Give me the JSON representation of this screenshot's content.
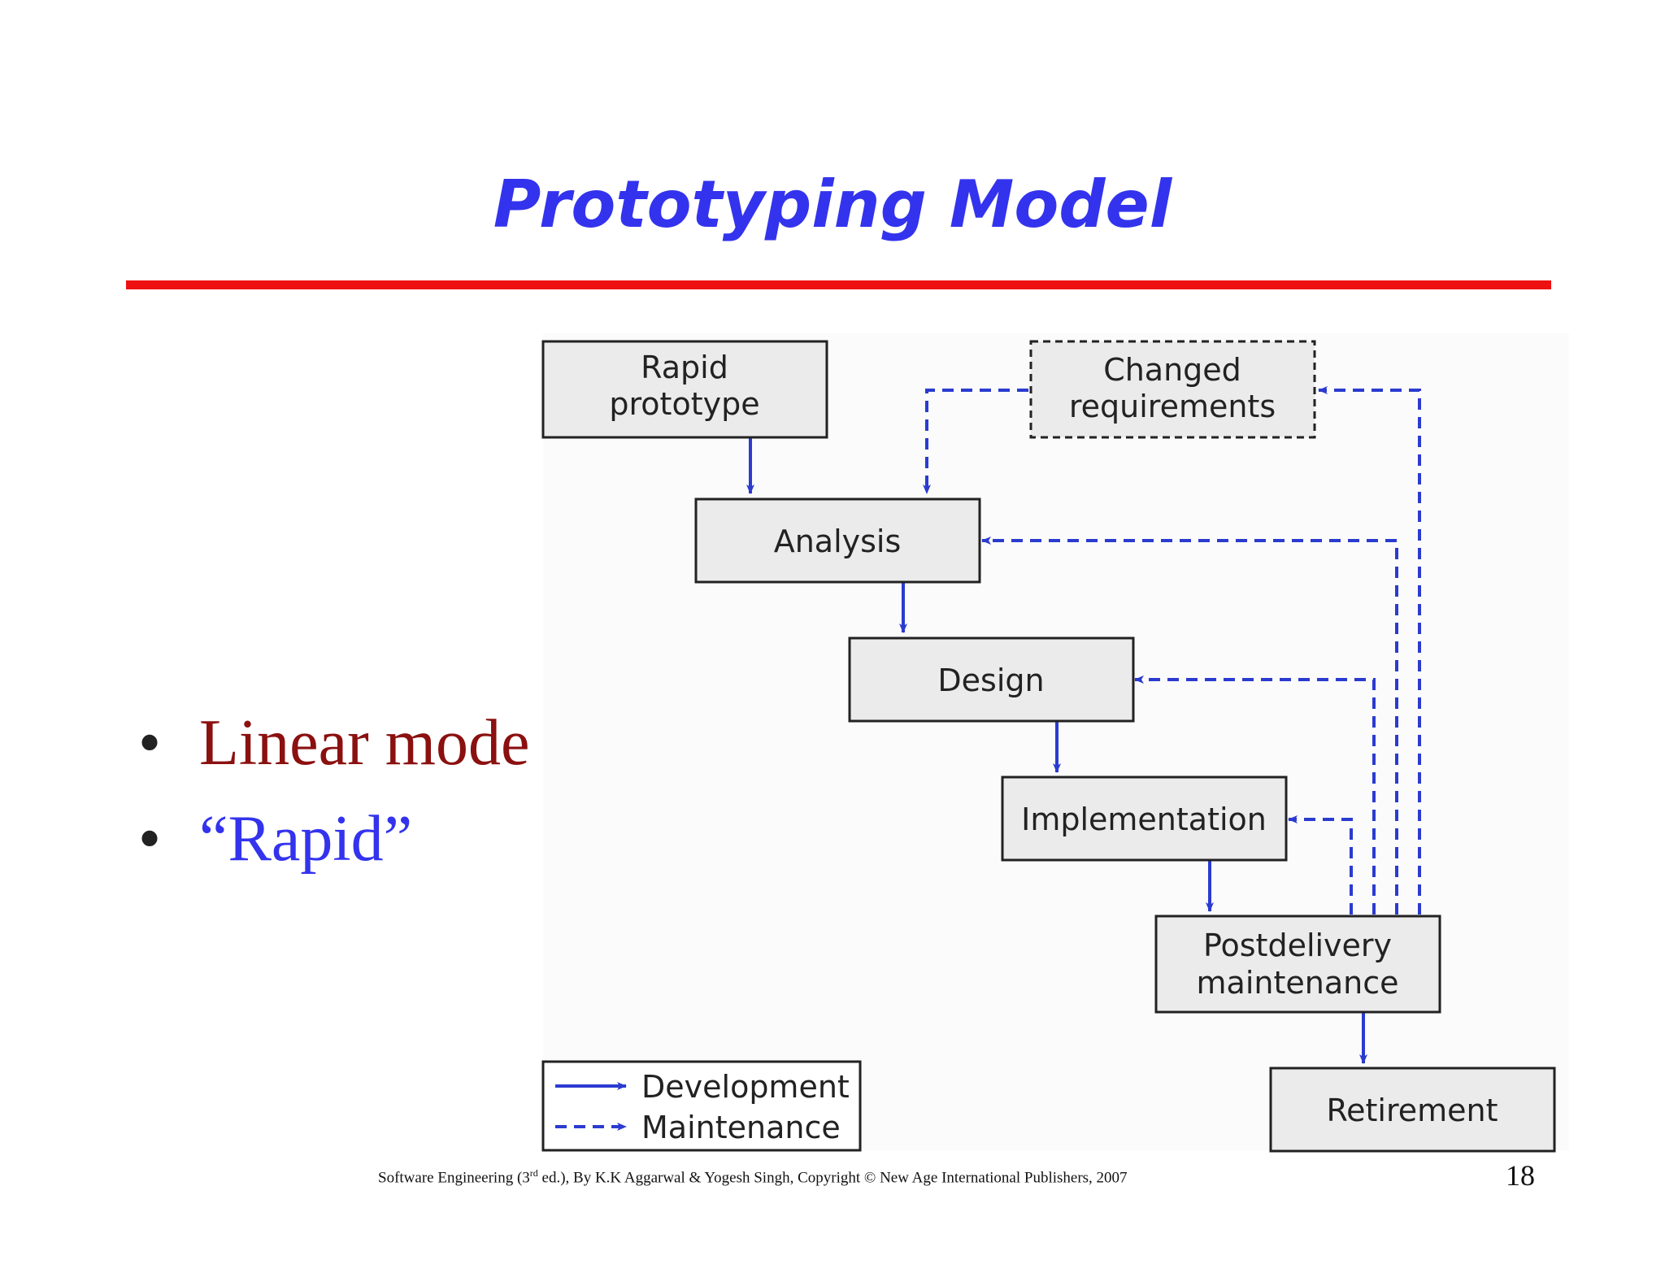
{
  "title": "Prototyping Model",
  "colors": {
    "title": "#3333ee",
    "rule": "#ee1111",
    "bullet_1": "#8b1010",
    "bullet_2": "#3333ee",
    "arrow": "#2b3bd0",
    "box_fill": "#ebebeb"
  },
  "bullets": [
    {
      "text": "Linear mode"
    },
    {
      "text": "“Rapid”"
    }
  ],
  "diagram": {
    "nodes": {
      "rapid_prototype": [
        "Rapid",
        "prototype"
      ],
      "changed_requirements": [
        "Changed",
        "requirements"
      ],
      "analysis": [
        "Analysis"
      ],
      "design": [
        "Design"
      ],
      "implementation": [
        "Implementation"
      ],
      "postdelivery_maintenance": [
        "Postdelivery",
        "maintenance"
      ],
      "retirement": [
        "Retirement"
      ]
    },
    "legend": {
      "development": "Development",
      "maintenance": "Maintenance"
    }
  },
  "footer": {
    "before_sup": "Software Engineering (3",
    "sup": "rd",
    "after_sup": " ed.), By K.K Aggarwal & Yogesh Singh, Copyright © New Age International Publishers, 2007"
  },
  "page_number": "18"
}
